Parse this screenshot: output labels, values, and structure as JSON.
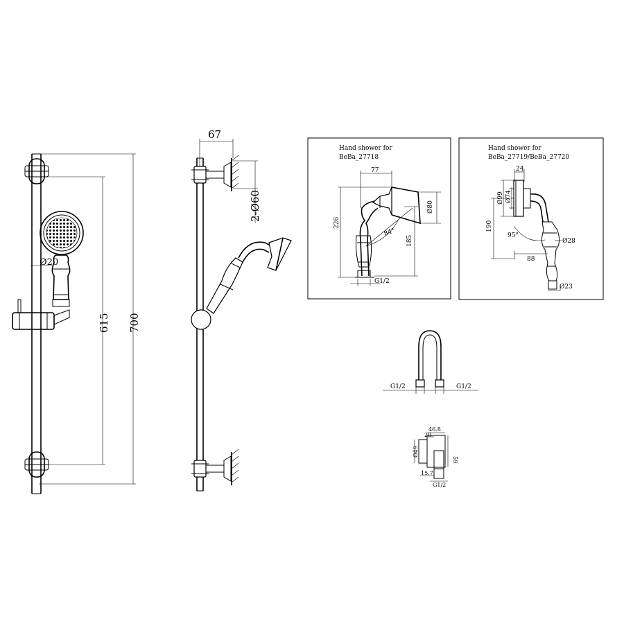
{
  "front_view": {
    "dim_height_total": "700",
    "dim_height_inner": "615",
    "dim_hose_diameter": "Ø20"
  },
  "side_view": {
    "dim_projection": "67",
    "dim_wall_flange": "2-Ø60"
  },
  "panel_left": {
    "title_line1": "Hand shower for",
    "title_line2": "BeBa_27718",
    "dim_width": "77",
    "dim_head_diameter": "Ø80",
    "dim_total_height": "226",
    "dim_angle": "84°",
    "dim_body_height": "185",
    "dim_thread": "G1/2"
  },
  "panel_right": {
    "title_line1": "Hand shower for",
    "title_line2": "BeBa_27719/BeBa_27720",
    "dim_width": "24",
    "dim_outer_diameter": "Ø99",
    "dim_inner_diameter": "Ø74",
    "dim_height": "190",
    "dim_angle": "95°",
    "dim_handle_diameter": "Ø28",
    "dim_reach": "88",
    "dim_bottom_diameter": "Ø23"
  },
  "hose": {
    "dim_thread_left": "G1/2",
    "dim_thread_right": "G1/2"
  },
  "wall_elbow": {
    "dim_width_top": "46.8",
    "dim_inner": "20",
    "dim_flange": "Ø49",
    "dim_height": "59",
    "dim_offset": "15.7",
    "dim_thread": "G1/2"
  }
}
